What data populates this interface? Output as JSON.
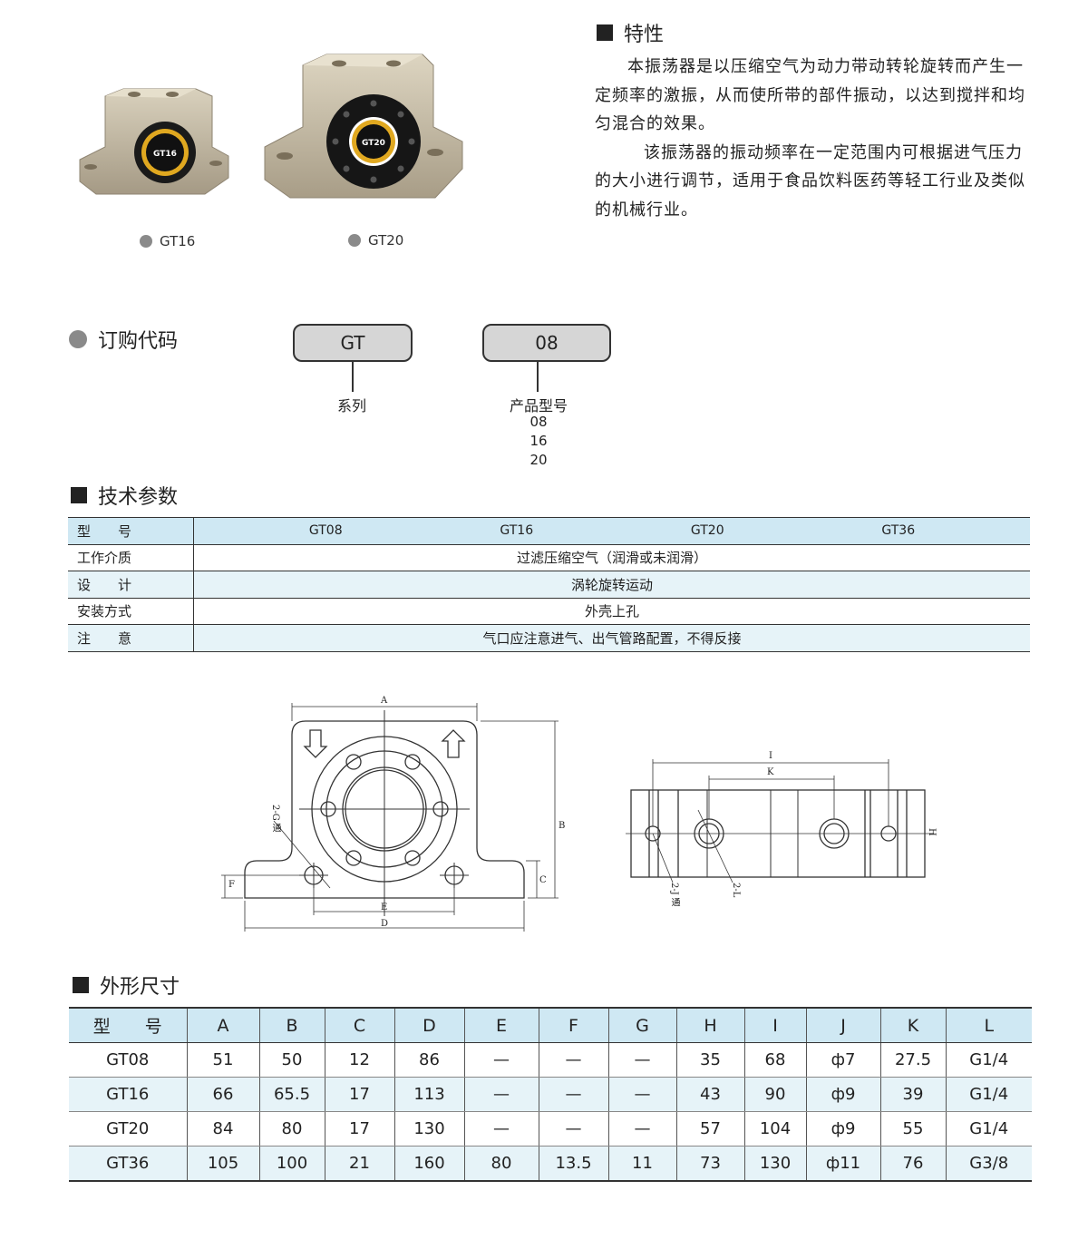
{
  "products": [
    {
      "label": "GT16",
      "badge": "GT16"
    },
    {
      "label": "GT20",
      "badge": "GT20"
    }
  ],
  "features": {
    "title": "特性",
    "paragraph1": "本振荡器是以压缩空气为动力带动转轮旋转而产生一定频率的激振，从而使所带的部件振动，以达到搅拌和均匀混合的效果。",
    "paragraph2": "该振荡器的振动频率在一定范围内可根据进气压力的大小进行调节，适用于食品饮料医药等轻工行业及类似的机械行业。"
  },
  "order_code": {
    "title": "订购代码",
    "box1": "GT",
    "box1_caption": "系列",
    "box2": "08",
    "box2_caption": "产品型号",
    "box2_options": [
      "08",
      "16",
      "20"
    ]
  },
  "tech": {
    "title": "技术参数",
    "rows": [
      {
        "label": "型　　号",
        "models": [
          "GT08",
          "GT16",
          "GT20",
          "GT36"
        ]
      },
      {
        "label": "工作介质",
        "value": "过滤压缩空气（润滑或未润滑）"
      },
      {
        "label": "设　　计",
        "value": "涡轮旋转运动"
      },
      {
        "label": "安装方式",
        "value": "外壳上孔"
      },
      {
        "label": "注　　意",
        "value": "气口应注意进气、出气管路配置，不得反接"
      }
    ]
  },
  "drawing_labels": {
    "A": "A",
    "B": "B",
    "C": "C",
    "D": "D",
    "E": "E",
    "F": "F",
    "G": "2-G 通",
    "I": "I",
    "K": "K",
    "H": "H",
    "J": "2-J 通",
    "L": "2-L"
  },
  "dims": {
    "title": "外形尺寸",
    "headers": [
      "型　　号",
      "A",
      "B",
      "C",
      "D",
      "E",
      "F",
      "G",
      "H",
      "I",
      "J",
      "K",
      "L"
    ],
    "rows": [
      [
        "GT08",
        "51",
        "50",
        "12",
        "86",
        "—",
        "—",
        "—",
        "35",
        "68",
        "ф7",
        "27.5",
        "G1/4"
      ],
      [
        "GT16",
        "66",
        "65.5",
        "17",
        "113",
        "—",
        "—",
        "—",
        "43",
        "90",
        "ф9",
        "39",
        "G1/4"
      ],
      [
        "GT20",
        "84",
        "80",
        "17",
        "130",
        "—",
        "—",
        "—",
        "57",
        "104",
        "ф9",
        "55",
        "G1/4"
      ],
      [
        "GT36",
        "105",
        "100",
        "21",
        "160",
        "80",
        "13.5",
        "11",
        "73",
        "130",
        "ф11",
        "76",
        "G3/8"
      ]
    ]
  }
}
